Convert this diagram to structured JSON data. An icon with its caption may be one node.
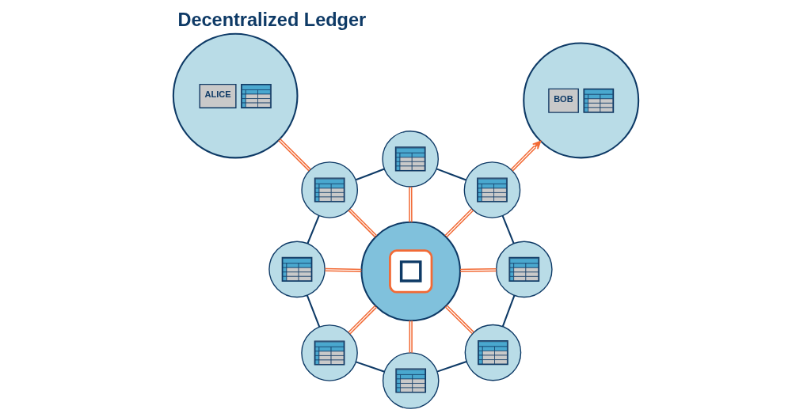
{
  "diagram": {
    "title": "Decentralized Ledger",
    "nodes": [
      {
        "text": [
          "ALICE"
        ]
      },
      {
        "text": [
          "BOB"
        ]
      },
      {
        "text": [],
        "shape": "picture"
      },
      {
        "text": [],
        "shape": "picture"
      },
      {
        "text": [],
        "shape": "picture"
      },
      {
        "text": [],
        "shape": "picture"
      },
      {
        "text": [],
        "shape": "picture"
      },
      {
        "text": [],
        "shape": "picture"
      },
      {
        "text": [],
        "shape": "picture"
      },
      {
        "text": [],
        "shape": "picture"
      },
      {
        "text": [],
        "shape": "picture"
      }
    ],
    "edges": [
      {
        "from": 0,
        "to": 3,
        "arrow": "none"
      },
      {
        "from": 9,
        "to": 1,
        "arrow": "to"
      },
      {
        "from": 2,
        "to": 3,
        "arrow": "none"
      },
      {
        "from": 2,
        "to": 4,
        "arrow": "none"
      },
      {
        "from": 2,
        "to": 5,
        "arrow": "none"
      },
      {
        "from": 2,
        "to": 6,
        "arrow": "none"
      },
      {
        "from": 2,
        "to": 7,
        "arrow": "none"
      },
      {
        "from": 2,
        "to": 8,
        "arrow": "none"
      },
      {
        "from": 2,
        "to": 9,
        "arrow": "none"
      },
      {
        "from": 2,
        "to": 10,
        "arrow": "none"
      },
      {
        "from": 3,
        "to": 10,
        "arrow": "none",
        "color": "#0e3a66"
      },
      {
        "from": 10,
        "to": 9,
        "arrow": "none",
        "color": "#0e3a66"
      },
      {
        "from": 9,
        "to": 8,
        "arrow": "none",
        "color": "#0e3a66"
      },
      {
        "from": 8,
        "to": 7,
        "arrow": "none",
        "color": "#0e3a66"
      },
      {
        "from": 7,
        "to": 6,
        "arrow": "none",
        "color": "#0e3a66"
      },
      {
        "from": 6,
        "to": 5,
        "arrow": "none",
        "color": "#0e3a66"
      },
      {
        "from": 5,
        "to": 4,
        "arrow": "none",
        "color": "#0e3a66"
      },
      {
        "from": 4,
        "to": 3,
        "arrow": "none",
        "color": "#0e3a66"
      }
    ]
  }
}
